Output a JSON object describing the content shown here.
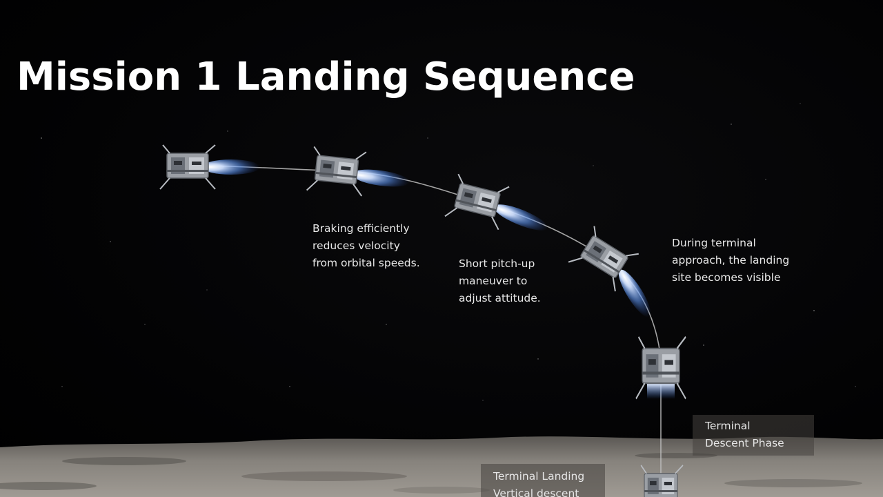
{
  "title": "Mission 1 Landing Sequence",
  "captions": [
    {
      "lines": [
        "Braking efficiently",
        "reduces velocity",
        "from orbital speeds."
      ]
    },
    {
      "lines": [
        "Short pitch-up",
        "maneuver to",
        "adjust attitude."
      ]
    },
    {
      "lines": [
        "During terminal",
        "approach, the landing",
        "site becomes visible"
      ]
    }
  ],
  "phases": [
    {
      "lines": [
        "Terminal",
        "Descent Phase"
      ]
    },
    {
      "lines": [
        "Terminal Landing",
        "Vertical descent"
      ]
    }
  ],
  "colors": {
    "background": "#000000",
    "plume": "#6fa8ff",
    "trajectory": "#bfbfbf",
    "lunar_surface": "#8a8680",
    "label_box": "#46423e"
  },
  "icons": [
    "lunar-lander-icon",
    "thruster-plume-icon"
  ]
}
